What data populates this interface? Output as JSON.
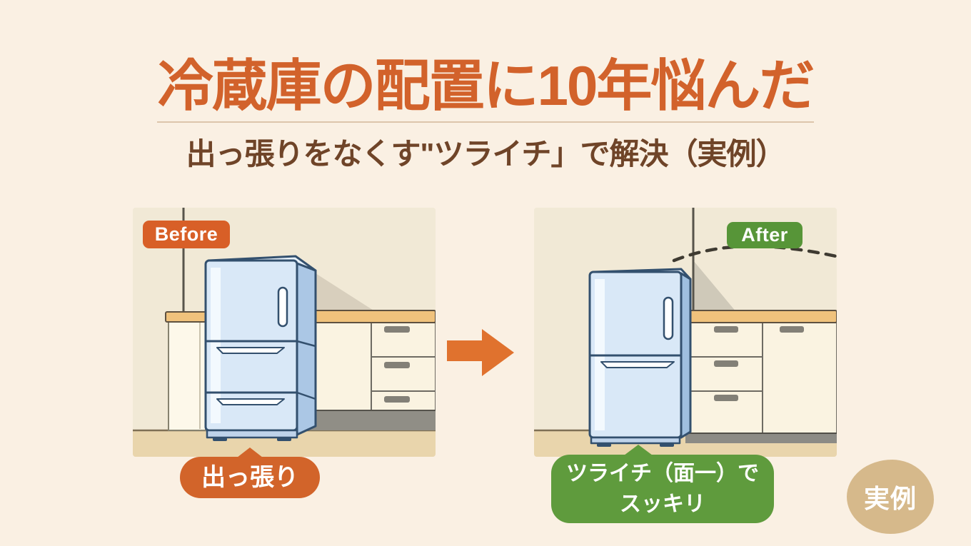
{
  "header": {
    "title": "冷蔵庫の配置に10年悩んだ",
    "subtitle": "出っ張りをなくす\"ツライチ」で解決（実例）"
  },
  "before": {
    "badge": "Before",
    "caption": "出っ張り"
  },
  "after": {
    "badge": "After",
    "caption_line1": "ツライチ（面一）で",
    "caption_line2": "スッキリ"
  },
  "stamp": {
    "label": "実例"
  },
  "colors": {
    "page_bg": "#FAF0E3",
    "title_text": "#D2622B",
    "subtitle_text": "#6F4428",
    "before_accent": "#D85F27",
    "after_accent": "#579538",
    "bubble_orange": "#D2642A",
    "bubble_green": "#5F9B3D",
    "arrow_orange": "#E0722E",
    "stamp_bg": "#D6B98B",
    "fridge_blue": "#D9E8F7",
    "counter_tan": "#F0C27C"
  }
}
